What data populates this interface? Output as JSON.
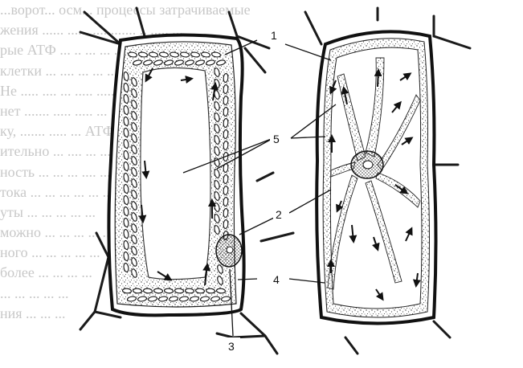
{
  "figure": {
    "callout_labels": [
      {
        "id": "1",
        "text": "1"
      },
      {
        "id": "2",
        "text": "2"
      },
      {
        "id": "3",
        "text": "3"
      },
      {
        "id": "4",
        "text": "4"
      },
      {
        "id": "5",
        "text": "5"
      }
    ]
  },
  "background_text": {
    "lines": [
      "...ворот... осм... процессы затрачиваемые",
      "жения ...... ...... .... ....... .. ..... ...",
      "рые АТФ ... .. ... ... ... ... ... .. ...",
      "клетки ... .... ... ... ... .. .....",
      "Не ..... .... ... ..... ...... .... ... ...",
      "нет ....... ..... ..... ... ..., ....., ...",
      "ку, ....... ..... ... АТФ. ..... .....",
      "ительно ... .... ... ... ....",
      "ность ... ... ... .... ... ...",
      "тока ... ... ... ... ... ...",
      "уты ... ... ... ... ...",
      "можно ... ... ... ... ...",
      "ного ... ... ... ... ...",
      "более ... ... ... ...",
      "... ... ... ... ...",
      "ния ... ... ..."
    ]
  }
}
